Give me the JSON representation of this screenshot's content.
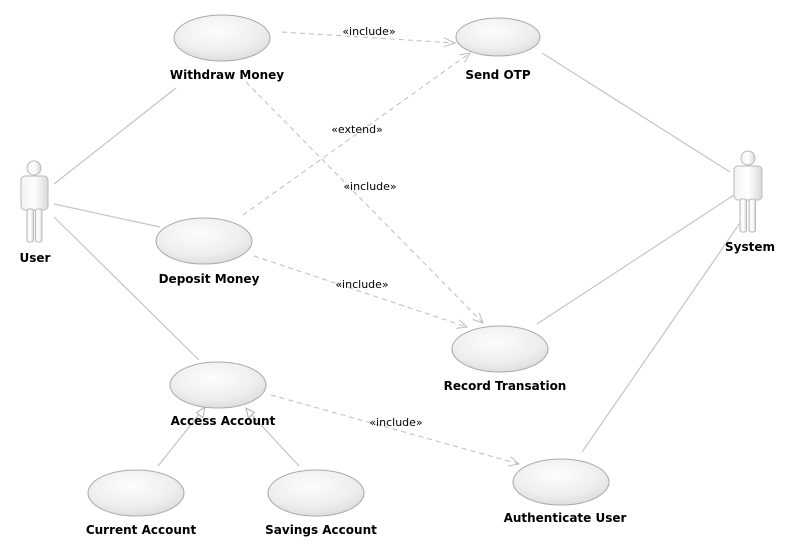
{
  "diagram": {
    "actors": {
      "user": {
        "label": "User"
      },
      "system": {
        "label": "System"
      }
    },
    "use_cases": {
      "withdraw_money": "Withdraw Money",
      "send_otp": "Send OTP",
      "deposit_money": "Deposit Money",
      "record_transaction": "Record Transation",
      "access_account": "Access Account",
      "current_account": "Current Account",
      "savings_account": "Savings Account",
      "authenticate_user": "Authenticate User"
    },
    "relationships": {
      "withdraw_send_otp": "«include»",
      "deposit_send_otp": "«extend»",
      "withdraw_record": "«include»",
      "deposit_record": "«include»",
      "access_authenticate": "«include»"
    }
  }
}
